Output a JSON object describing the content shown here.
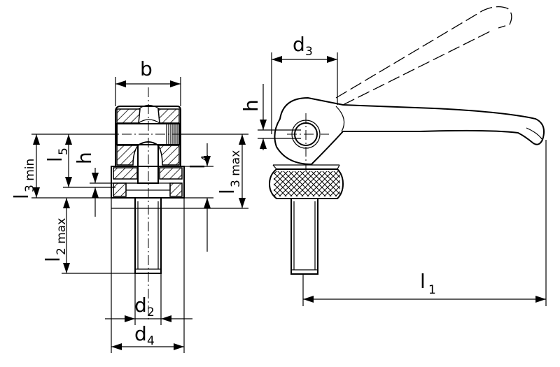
{
  "labels": {
    "b": "b",
    "h_left": "h",
    "h_right": "h",
    "l3min_main": "l",
    "l3min_sub": "3 min",
    "l5_main": "l",
    "l5_sub": "5",
    "l4_main": "l",
    "l4_sub": "4",
    "l3max_main": "l",
    "l3max_sub": "3 max",
    "l2max_main": "l",
    "l2max_sub": "2 max",
    "d2_main": "d",
    "d2_sub": "2",
    "d4_main": "d",
    "d4_sub": "4",
    "d3_main": "d",
    "d3_sub": "3",
    "l1_main": "l",
    "l1_sub": "1"
  }
}
